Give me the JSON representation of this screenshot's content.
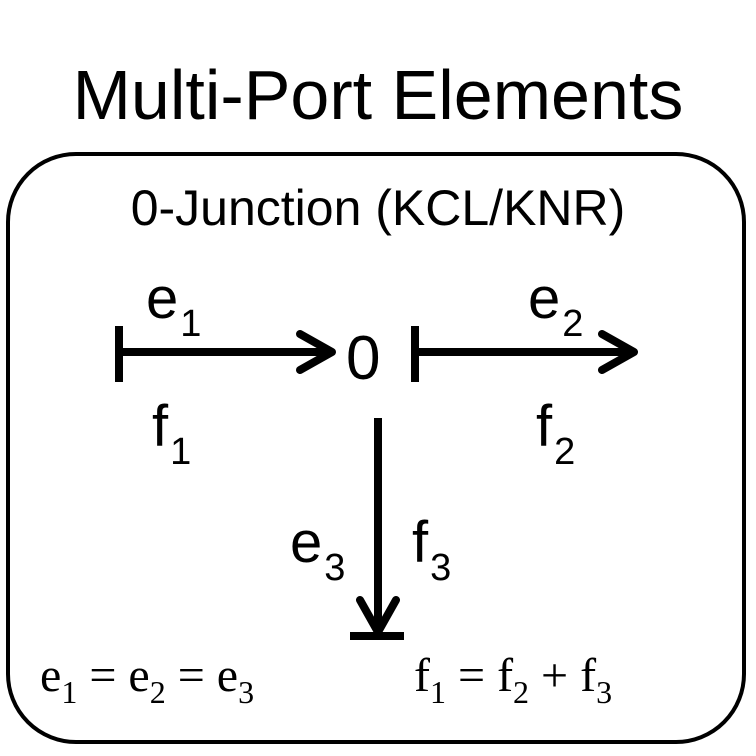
{
  "title": "Multi-Port Elements",
  "subtitle": "0-Junction (KCL/KNR)",
  "junction": "0",
  "bonds": {
    "bond1": {
      "effort": "e",
      "effort_sub": "1",
      "flow": "f",
      "flow_sub": "1"
    },
    "bond2": {
      "effort": "e",
      "effort_sub": "2",
      "flow": "f",
      "flow_sub": "2"
    },
    "bond3": {
      "effort": "e",
      "effort_sub": "3",
      "flow": "f",
      "flow_sub": "3"
    }
  },
  "equations": {
    "effort": {
      "t1": "e",
      "s1": "1",
      "op1": " = ",
      "t2": "e",
      "s2": "2",
      "op2": " = ",
      "t3": "e",
      "s3": "3"
    },
    "flow": {
      "t1": "f",
      "s1": "1",
      "op1": " = ",
      "t2": "f",
      "s2": "2",
      "op2": " + ",
      "t3": "f",
      "s3": "3"
    }
  }
}
